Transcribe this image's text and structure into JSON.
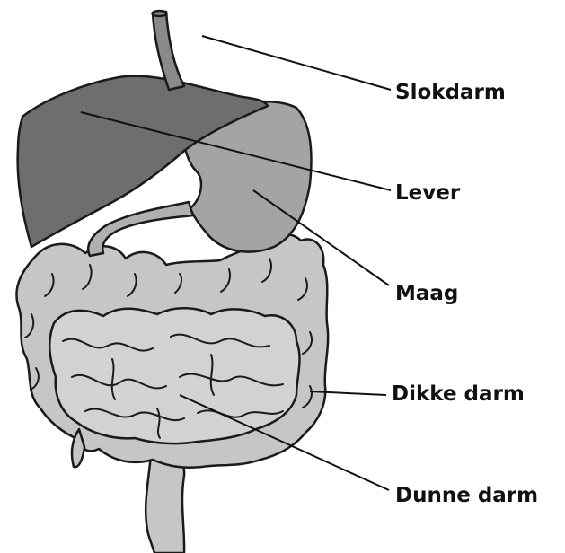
{
  "labels": {
    "esophagus": "Slokdarm",
    "liver": "Lever",
    "stomach": "Maag",
    "large_intestine": "Dikke darm",
    "small_intestine": "Dunne darm"
  },
  "colors": {
    "liver": "#6e6e6e",
    "stomach": "#a4a4a4",
    "large_intestine": "#c6c6c6",
    "small_intestine": "#d2d2d2",
    "outline": "#1a1a1a"
  }
}
